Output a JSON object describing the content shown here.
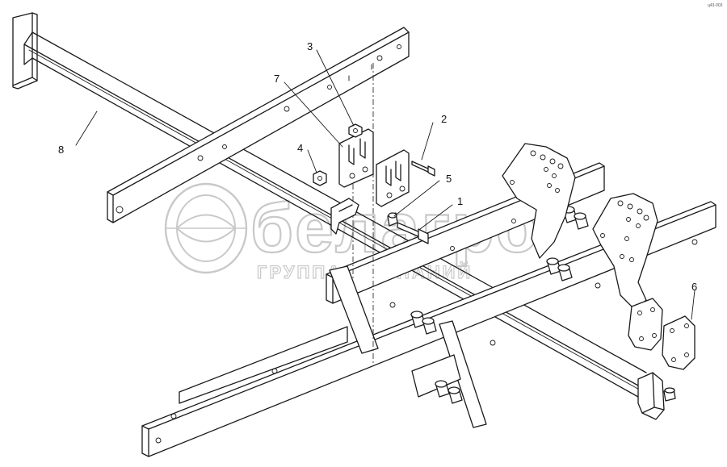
{
  "callouts": [
    {
      "id": "c1",
      "label": "1"
    },
    {
      "id": "c2",
      "label": "2"
    },
    {
      "id": "c3",
      "label": "3"
    },
    {
      "id": "c4",
      "label": "4"
    },
    {
      "id": "c5",
      "label": "5"
    },
    {
      "id": "c6",
      "label": "6"
    },
    {
      "id": "c7",
      "label": "7"
    },
    {
      "id": "c8",
      "label": "8"
    }
  ],
  "watermark": {
    "brand": "белагро",
    "subtitle": "ГРУППА КОМПАНИЙ"
  },
  "corner_mark": "ц43-003"
}
